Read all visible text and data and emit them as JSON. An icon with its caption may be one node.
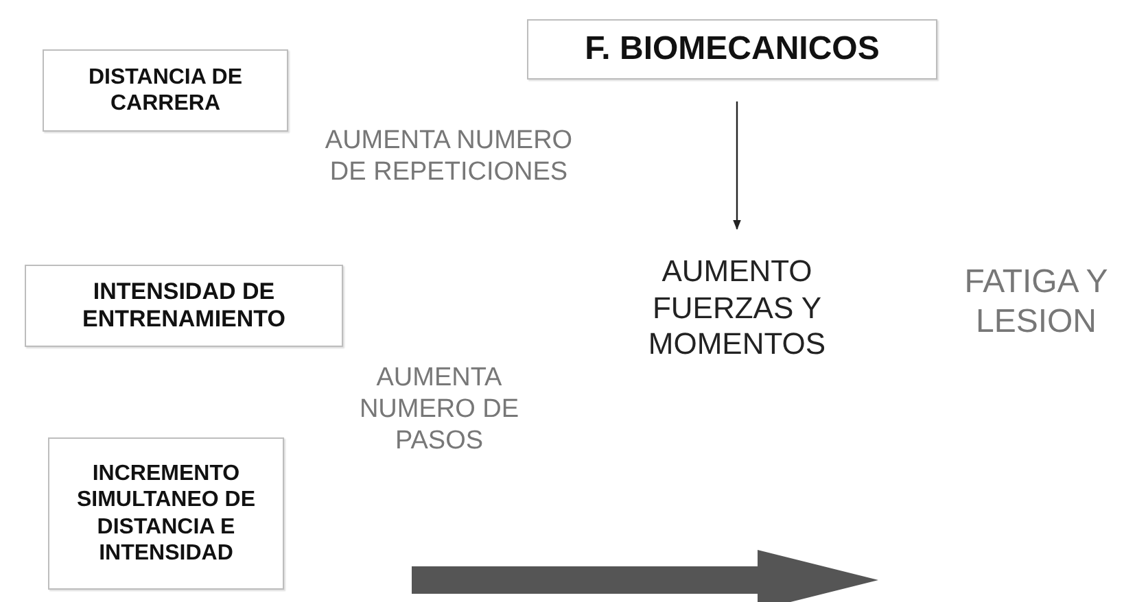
{
  "diagram": {
    "nodes": [
      {
        "text": [
          "DISTANCIA DE CARRERA"
        ]
      },
      {
        "text": [
          "F. BIOMECANICOS"
        ]
      },
      {
        "text": [
          "INTENSIDAD DE ENTRENAMIENTO"
        ]
      },
      {
        "text": [
          "INCREMENTO SIMULTANEO DE DISTANCIA E INTENSIDAD"
        ]
      },
      {
        "text": [
          "AUMENTO FUERZAS Y MOMENTOS"
        ]
      }
    ],
    "edges": [
      {
        "from": 1,
        "to": 4,
        "arrow": "to"
      }
    ],
    "labels": [
      "AUMENTA NUMERO DE REPETICIONES",
      "FATIGA Y LESION",
      "AUMENTA NUMERO DE PASOS"
    ]
  }
}
